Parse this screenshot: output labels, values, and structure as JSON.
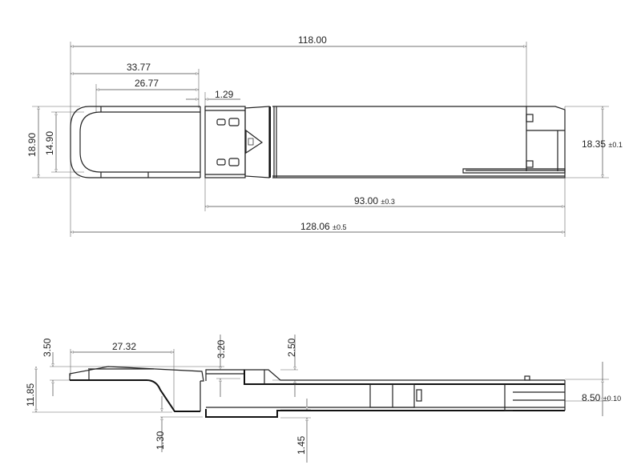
{
  "top_view": {
    "overall_length_118": "118.00",
    "bail_length": "33.77",
    "bail_inner_length": "26.77",
    "offset": "1.29",
    "bail_width_outer": "18.90",
    "bail_width_inner": "14.90",
    "body_width": "18.35",
    "body_width_tol": "±0.1",
    "body_length": "93.00",
    "body_length_tol": "±0.3",
    "total_length": "128.06",
    "total_length_tol": "±0.5"
  },
  "side_view": {
    "bail_rise": "3.50",
    "overall_height": "11.85",
    "bail_flat_length": "27.32",
    "step_top_1": "3.20",
    "step_top_2": "2.50",
    "bail_bottom_offset": "1.30",
    "bottom_step": "1.45",
    "body_height": "8.50",
    "body_height_tol": "±0.10"
  }
}
